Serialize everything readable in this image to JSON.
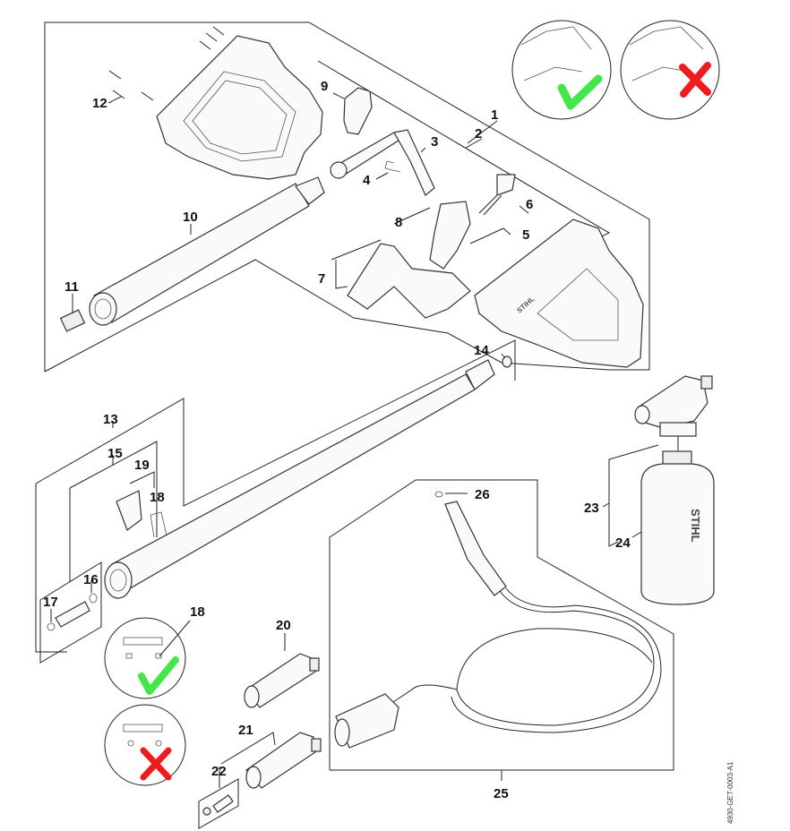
{
  "diagram": {
    "title": "Spray gun, lance, nozzles, hose and foam sprayer – exploded parts view",
    "document_id": "4930-GET-0003-A1",
    "colors": {
      "line": "#222222",
      "correct_mark": "#44e64a",
      "wrong_mark": "#ee1c1c",
      "background": "#ffffff"
    },
    "callouts": [
      {
        "id": "1",
        "label": "1",
        "part": "spray-gun-assembly"
      },
      {
        "id": "2",
        "label": "2",
        "part": "spray-gun-housing-kit"
      },
      {
        "id": "3",
        "label": "3",
        "part": "high-pressure-tube"
      },
      {
        "id": "4",
        "label": "4",
        "part": "retaining-clip"
      },
      {
        "id": "5",
        "label": "5",
        "part": "valve-kit"
      },
      {
        "id": "6",
        "label": "6",
        "part": "trigger-lock"
      },
      {
        "id": "7",
        "label": "7",
        "part": "trigger-lever"
      },
      {
        "id": "8",
        "label": "8",
        "part": "pin"
      },
      {
        "id": "9",
        "label": "9",
        "part": "swivel-joint"
      },
      {
        "id": "10",
        "label": "10",
        "part": "lance-sleeve"
      },
      {
        "id": "11",
        "label": "11",
        "part": "spring"
      },
      {
        "id": "12",
        "label": "12",
        "part": "screws"
      },
      {
        "id": "13",
        "label": "13",
        "part": "spray-lance"
      },
      {
        "id": "14",
        "label": "14",
        "part": "connector-with-o-ring"
      },
      {
        "id": "15",
        "label": "15",
        "part": "lance-repair-kit"
      },
      {
        "id": "16",
        "label": "16",
        "part": "o-ring"
      },
      {
        "id": "17",
        "label": "17",
        "part": "o-ring-small"
      },
      {
        "id": "18",
        "label": "18",
        "part": "retaining-spring"
      },
      {
        "id": "19",
        "label": "19",
        "part": "locking-slide"
      },
      {
        "id": "20",
        "label": "20",
        "part": "flat-jet-nozzle"
      },
      {
        "id": "21",
        "label": "21",
        "part": "rotary-nozzle"
      },
      {
        "id": "22",
        "label": "22",
        "part": "nozzle-insert"
      },
      {
        "id": "23",
        "label": "23",
        "part": "foam-nozzle"
      },
      {
        "id": "24",
        "label": "24",
        "part": "detergent-bottle"
      },
      {
        "id": "25",
        "label": "25",
        "part": "high-pressure-hose"
      },
      {
        "id": "26",
        "label": "26",
        "part": "hose-o-ring"
      }
    ],
    "detail_views": [
      {
        "name": "housing-correct",
        "mark": "check"
      },
      {
        "name": "housing-wrong",
        "mark": "cross"
      },
      {
        "name": "spring-correct",
        "mark": "check",
        "callout": "18"
      },
      {
        "name": "spring-wrong",
        "mark": "cross"
      }
    ],
    "bottle_brand": "STIHL",
    "gun_brand": "STIHL"
  }
}
